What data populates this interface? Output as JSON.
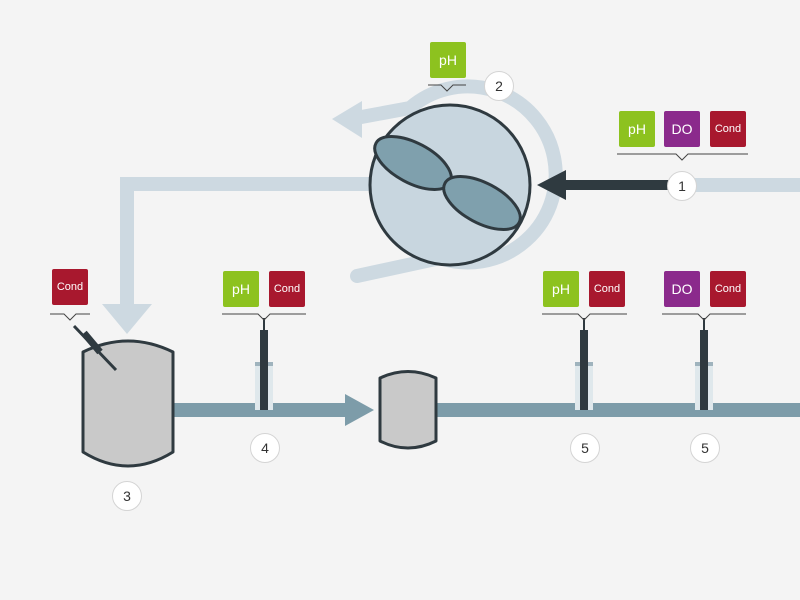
{
  "colors": {
    "background": "#f4f4f4",
    "ph": "#8dc21f",
    "do": "#8b2a8c",
    "cond": "#a8182e",
    "pipe_light": "#cdd9e1",
    "pipe_dark": "#7d9ca9",
    "inlet_arrow": "#2f3a40",
    "pump_body": "#c8d6df",
    "pump_lobe": "#7fa0ad",
    "tank": "#c9c9c9",
    "outline": "#2f3a40"
  },
  "labels": {
    "ph": "pH",
    "do": "DO",
    "cond": "Cond"
  },
  "markers": {
    "m1": "1",
    "m2": "2",
    "m3": "3",
    "m4": "4",
    "m5a": "5",
    "m5b": "5"
  },
  "icons": [
    "pump-icon",
    "tank-icon",
    "filter-vessel-icon",
    "sensor-probe-icon",
    "flow-arrow-icon"
  ]
}
